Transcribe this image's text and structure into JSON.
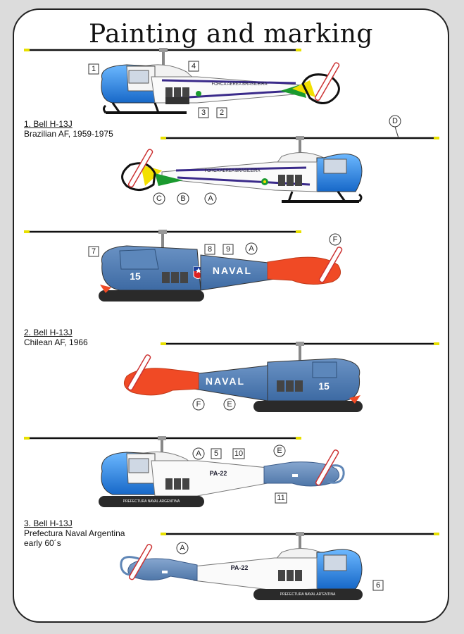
{
  "title": "Painting and marking",
  "variants": [
    {
      "caption": "1. Bell H-13J",
      "lines": [
        "Brazilian AF, 1959-1975"
      ]
    },
    {
      "caption": "2. Bell H-13J",
      "lines": [
        "Chilean AF, 1966"
      ]
    },
    {
      "caption": "3. Bell H-13J",
      "lines": [
        "Prefectura Naval Argentina",
        "early 60´s"
      ]
    }
  ],
  "labels": {
    "brazil_boom": "FORCA AEREA BRASILEIRA",
    "naval": "NAVAL",
    "chile_number": "15",
    "argentina_reg": "PA-22",
    "argentina_skid": "PREFECTURA NAVAL ARGENTINA",
    "argentina_skid_b": "PREFECTURA NAVAL AR\"ENTINA"
  },
  "callouts": {
    "c1": "1",
    "c2": "2",
    "c3": "3",
    "c4": "4",
    "c5": "5",
    "c6": "6",
    "c7": "7",
    "c8": "8",
    "c9": "9",
    "c10": "10",
    "c11": "11",
    "A": "A",
    "B": "B",
    "C": "C",
    "D": "D",
    "E": "E",
    "F": "F"
  },
  "colors": {
    "nose_blue": "#2d8ae0",
    "navy_blue": "#4a78b0",
    "tail_red": "#f04a25",
    "argentina_blue": "#5f86b6",
    "brazil_yellow": "#f3e000",
    "brazil_green": "#1b9a2f",
    "rotor_tip": "#e8e000"
  }
}
